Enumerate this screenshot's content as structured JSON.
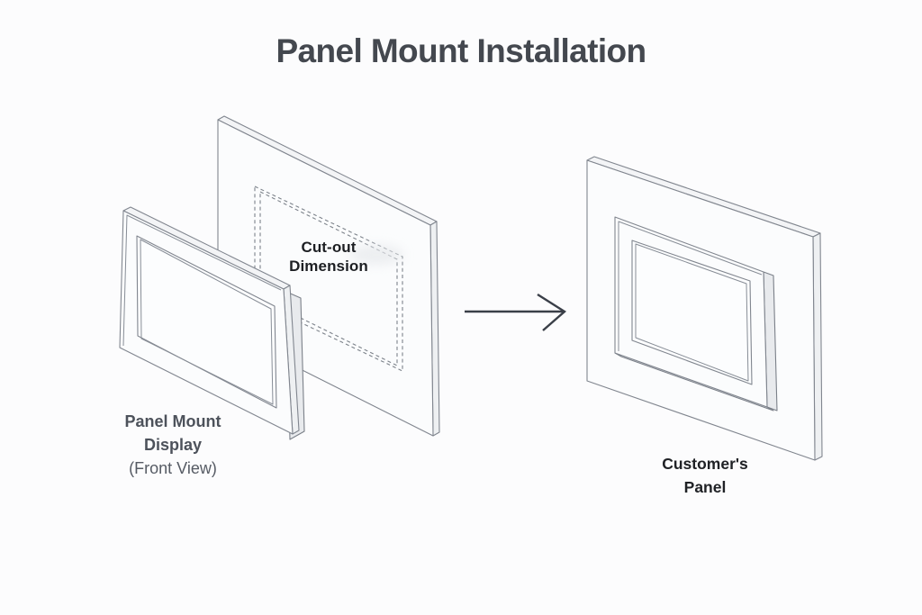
{
  "title": "Panel Mount Installation",
  "labels": {
    "display": {
      "line1": "Panel Mount",
      "line2": "Display",
      "line3": "(Front View)"
    },
    "cutout": {
      "line1": "Cut-out",
      "line2": "Dimension"
    },
    "customer": {
      "line1": "Customer's",
      "line2": "Panel"
    }
  },
  "icons": {
    "arrow": "right-arrow"
  },
  "colors": {
    "background": "#fcfcfd",
    "outline": "#81868f",
    "dashed_outline": "#7c828a",
    "panel_front": "#fbfcfd",
    "panel_side": "#edeff2",
    "title_text": "#44484f",
    "label_text": "#4d525b",
    "sublabel_text": "#565b64",
    "dark_label_text": "#202226",
    "arrow": "#3a3f48"
  }
}
